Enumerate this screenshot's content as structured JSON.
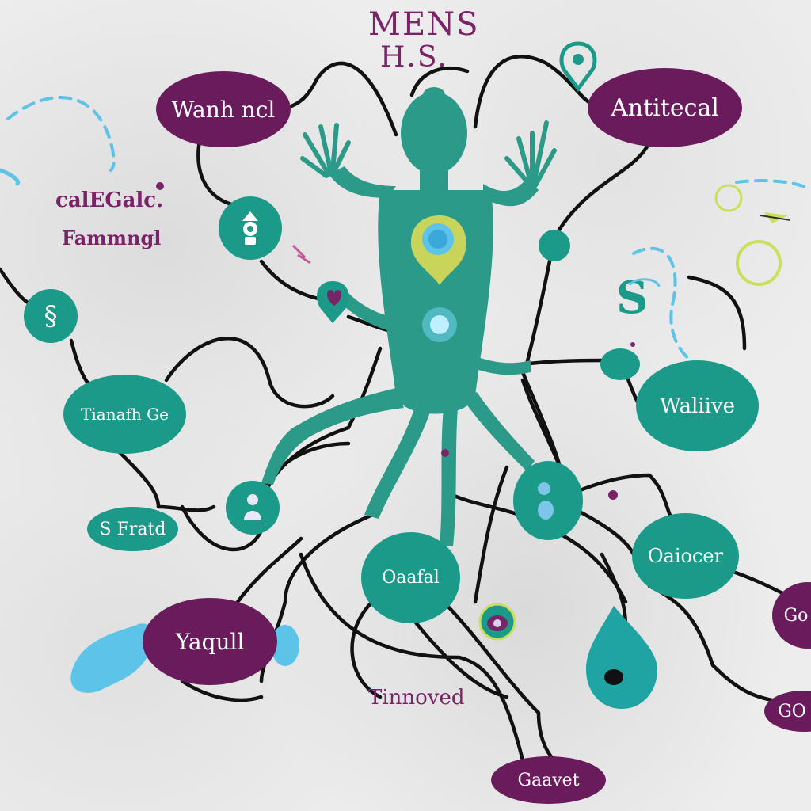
{
  "colors": {
    "purple": "#6a1b5c",
    "teal": "#1b9a8a",
    "teal_figure": "#2c9a88",
    "line": "#111111",
    "cyan": "#5ec3e8",
    "lime": "#c9e05a",
    "purple_text": "#7a2468"
  },
  "header": {
    "line1": "MENS",
    "line2": "H.S."
  },
  "floating": {
    "left_top": "calEGalc.",
    "left_bottom": "Fammngl",
    "bottom_center": "Tinnoved"
  },
  "nodes": {
    "top_left": "Wanh ncl",
    "top_right": "Antitecal",
    "left_mid": "Tianafh Ge",
    "left_low": "S Fratd",
    "right_mid": "Waliive",
    "center_bottom": "Oaafal",
    "right_low": "Oaiocer",
    "bottom_left": "Yaqull",
    "edge_right_1": "Go",
    "edge_right_2": "GO",
    "bottom": "Gaavet"
  },
  "icons": {
    "pin_top": "location-pin-icon",
    "head_icon": "person-head-icon",
    "s_icon": "letter-s-icon",
    "drop": "water-drop-icon",
    "eye": "eye-icon",
    "target": "target-circle-icon",
    "heart_pin": "heart-pin-icon"
  }
}
